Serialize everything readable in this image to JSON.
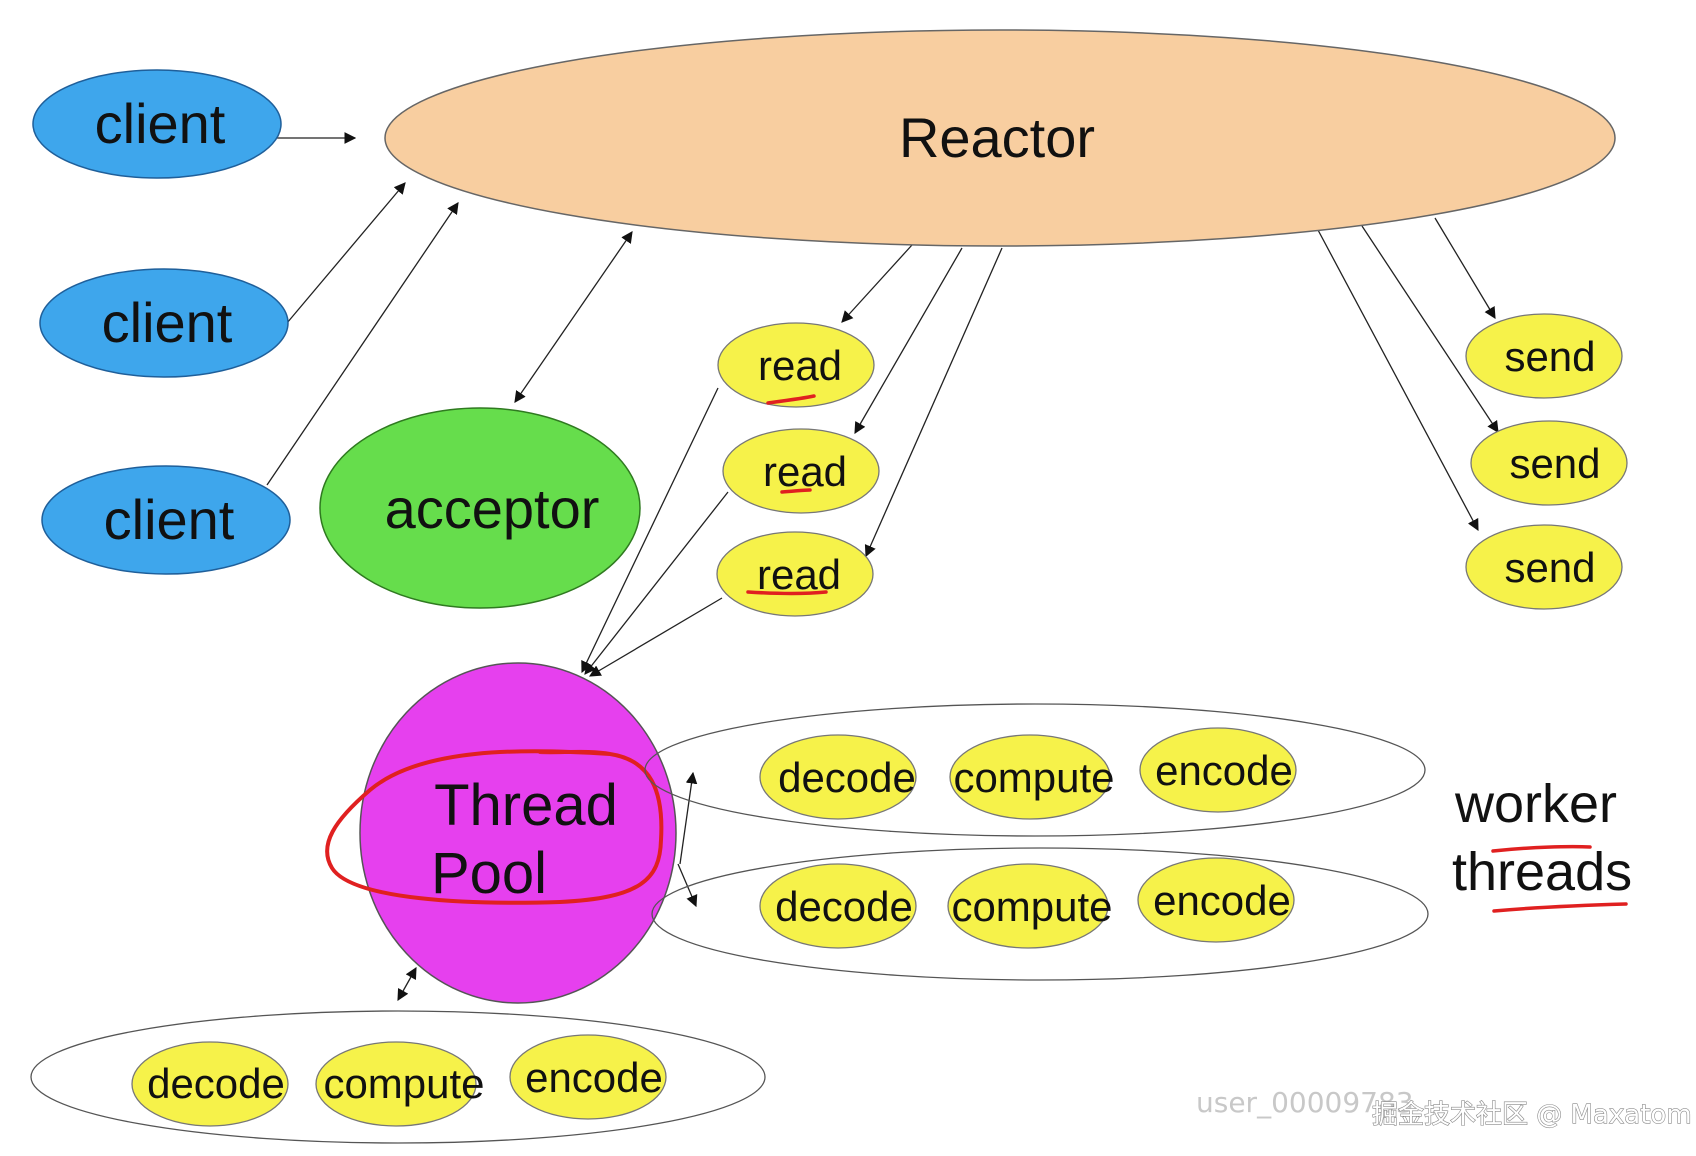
{
  "colors": {
    "client": "#3ea6ec",
    "reactor": "#f8ceA0",
    "acceptor": "#66dd4c",
    "io_task": "#f6f24a",
    "thread_pool": "#e640ee",
    "annotation": "#e02020"
  },
  "reactor": {
    "label": "Reactor"
  },
  "acceptor": {
    "label": "acceptor"
  },
  "clients": [
    {
      "label": "client"
    },
    {
      "label": "client"
    },
    {
      "label": "client"
    }
  ],
  "reads": [
    {
      "label": "read"
    },
    {
      "label": "read"
    },
    {
      "label": "read"
    }
  ],
  "sends": [
    {
      "label": "send"
    },
    {
      "label": "send"
    },
    {
      "label": "send"
    }
  ],
  "thread_pool": {
    "line1": "Thread",
    "line2": "Pool"
  },
  "worker_groups": [
    {
      "decode": "decode",
      "compute": "compute",
      "encode": "encode"
    },
    {
      "decode": "decode",
      "compute": "compute",
      "encode": "encode"
    },
    {
      "decode": "decode",
      "compute": "compute",
      "encode": "encode"
    }
  ],
  "worker_threads": {
    "line1": "worker",
    "line2": "threads"
  },
  "watermark": {
    "user": "user_00009783",
    "site": "掘金技术社区 @ Maxatom"
  }
}
